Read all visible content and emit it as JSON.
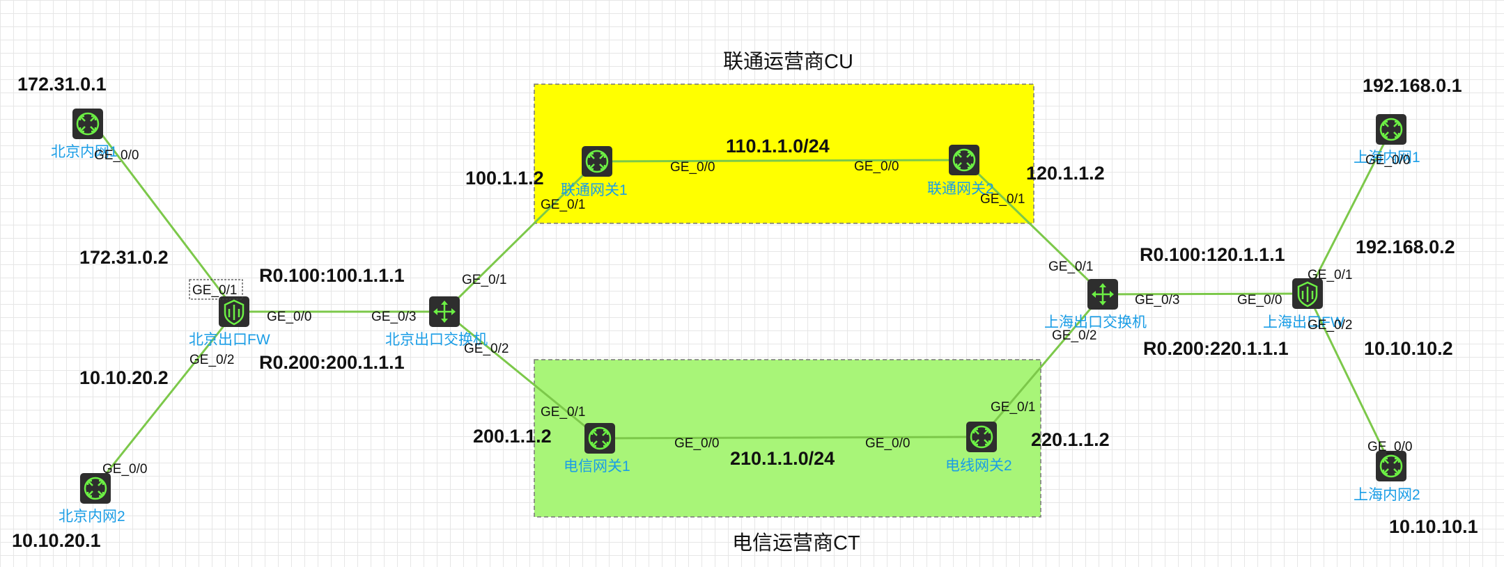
{
  "isp_boxes": {
    "cu_title": "联通运营商CU",
    "ct_title": "电信运营商CT"
  },
  "devices": {
    "bj_inner1": {
      "name": "北京内网1",
      "type": "router-icon",
      "port": "GE_0/0"
    },
    "bj_inner2": {
      "name": "北京内网2",
      "type": "router-icon",
      "port": "GE_0/0"
    },
    "bj_fw": {
      "name": "北京出口FW",
      "type": "firewall-icon",
      "ports": [
        "GE_0/1",
        "GE_0/0",
        "GE_0/2"
      ]
    },
    "bj_switch": {
      "name": "北京出口交换机",
      "type": "switch-icon",
      "ports": [
        "GE_0/3",
        "GE_0/1",
        "GE_0/2"
      ]
    },
    "cu_gw1": {
      "name": "联通网关1",
      "type": "router-icon",
      "ports": [
        "GE_0/0",
        "GE_0/1"
      ]
    },
    "cu_gw2": {
      "name": "联通网关2",
      "type": "router-icon",
      "ports": [
        "GE_0/0",
        "GE_0/1"
      ]
    },
    "ct_gw1": {
      "name": "电信网关1",
      "type": "router-icon",
      "ports": [
        "GE_0/1",
        "GE_0/0"
      ]
    },
    "ct_gw2": {
      "name": "电线网关2",
      "type": "router-icon",
      "ports": [
        "GE_0/0",
        "GE_0/1"
      ]
    },
    "sh_switch": {
      "name": "上海出口交换机",
      "type": "switch-icon",
      "ports": [
        "GE_0/1",
        "GE_0/3",
        "GE_0/2"
      ]
    },
    "sh_fw": {
      "name": "上海出口FW",
      "type": "firewall-icon",
      "ports": [
        "GE_0/0",
        "GE_0/1",
        "GE_0/2"
      ]
    },
    "sh_inner1": {
      "name": "上海内网1",
      "type": "router-icon",
      "port": "GE_0/0"
    },
    "sh_inner2": {
      "name": "上海内网2",
      "type": "router-icon",
      "port": "GE_0/0"
    }
  },
  "addresses": {
    "bj_inner1_ip": "172.31.0.1",
    "bj_fw_g01_ip": "172.31.0.2",
    "bj_fw_g02_ip": "10.10.20.2",
    "bj_inner2_ip": "10.10.20.1",
    "bj_sub100": "R0.100:100.1.1.1",
    "bj_sub200": "R0.200:200.1.1.1",
    "cu_gw1_ip": "100.1.1.2",
    "cu_net": "110.1.1.0/24",
    "cu_gw2_ip": "120.1.1.2",
    "ct_gw1_ip": "200.1.1.2",
    "ct_net": "210.1.1.0/24",
    "ct_gw2_ip": "220.1.1.2",
    "sh_sub100": "R0.100:120.1.1.1",
    "sh_sub200": "R0.200:220.1.1.1",
    "sh_inner1_ip": "192.168.0.1",
    "sh_fw_g01_ip": "192.168.0.2",
    "sh_fw_g02_ip": "10.10.10.2",
    "sh_inner2_ip": "10.10.10.1"
  }
}
